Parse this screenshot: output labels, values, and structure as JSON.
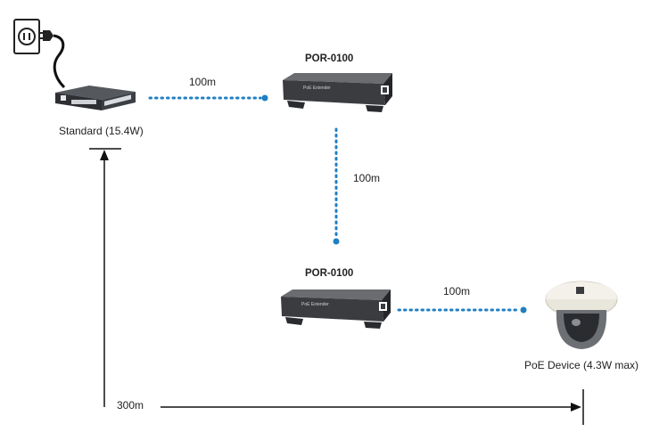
{
  "labels": {
    "switch": "Standard (15.4W)",
    "extender_top": "POR-0100",
    "extender_bottom": "POR-0100",
    "camera": "PoE Device (4.3W max)",
    "link_1": "100m",
    "link_2": "100m",
    "link_3": "100m",
    "total_distance": "300m"
  },
  "device_text": {
    "extender_front": "PoE Extender"
  },
  "colors": {
    "link_dots": "#1f7fc4",
    "device_body": "#3a3c40",
    "arrow": "#111111"
  },
  "icons": {
    "power": "power-outlet-icon",
    "switch": "poe-switch-icon",
    "extender": "poe-extender-icon",
    "camera": "dome-camera-icon"
  }
}
